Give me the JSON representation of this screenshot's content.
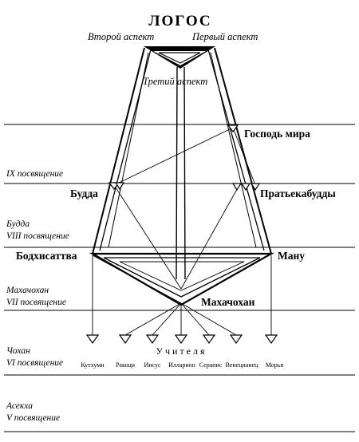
{
  "title": "ЛОГОС",
  "aspects": {
    "second": "Второй аспект",
    "first": "Первый аспект",
    "third": "Третий аспект"
  },
  "figures": {
    "lord_of_world": "Господь мира",
    "buddha": "Будда",
    "pratyekabuddhas": "Пратьекабудды",
    "bodhisattva": "Бодхисаттва",
    "manu": "Ману",
    "mahachohan": "Махачохан"
  },
  "levels": {
    "ix": "IX посвящение",
    "buddha_name": "Будда",
    "viii": "VIII посвящение",
    "mahachohan_name": "Махачохан",
    "vii": "VII посвящение",
    "chohan_name": "Чохан",
    "vi": "VI посвящение",
    "asekha_name": "Асекха",
    "v": "V посвящение"
  },
  "teachers_label": "У ч и т е л я",
  "teachers": [
    "Кутхуми",
    "Ракоци",
    "Иисус",
    "Илларион",
    "Серапис",
    "Венецианец",
    "Морья"
  ]
}
